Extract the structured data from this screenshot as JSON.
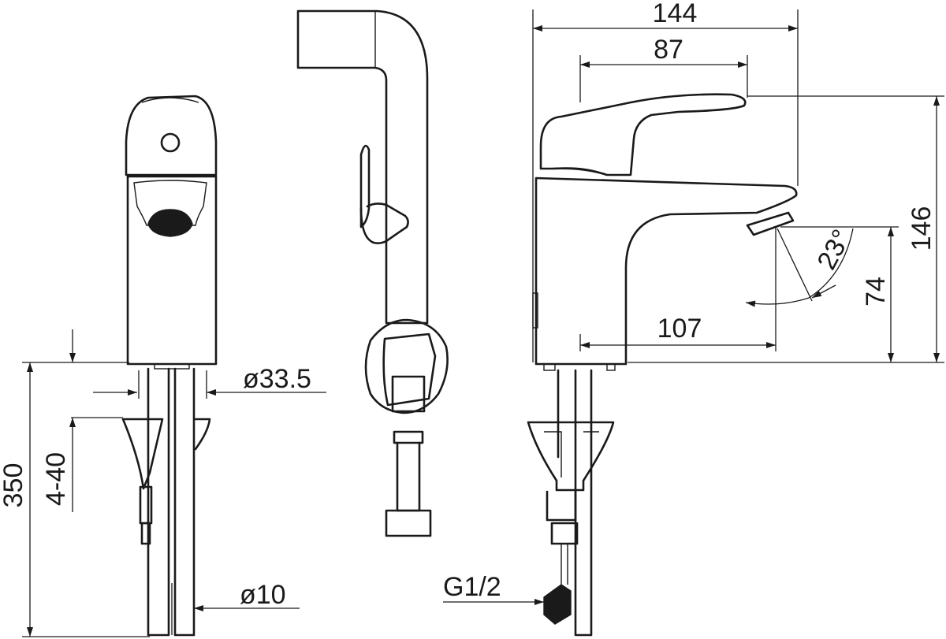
{
  "dimensions": {
    "overall_width": "144",
    "spout_reach_top": "87",
    "height_total": "146",
    "spout_height": "74",
    "spout_reach": "107",
    "angle": "23°",
    "body_diameter": "ø33.5",
    "hose_diameter": "ø10",
    "mount_length": "350",
    "deck_thickness": "4-40",
    "thread": "G1/2"
  },
  "colors": {
    "line": "#1a1a1a",
    "background": "#ffffff"
  }
}
